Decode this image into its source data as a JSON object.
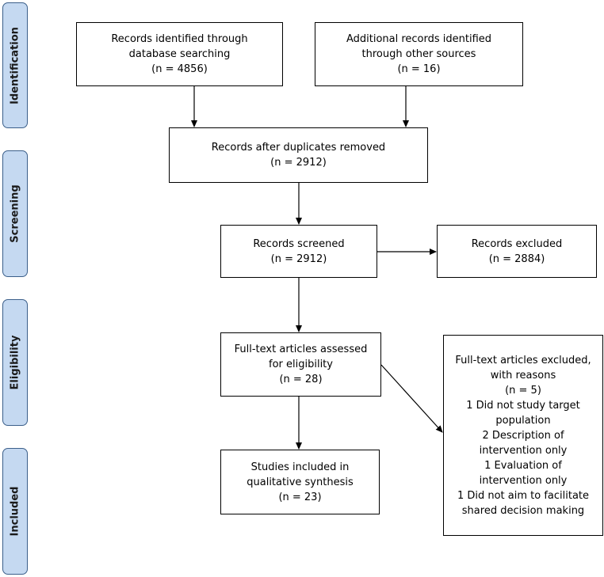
{
  "phases": {
    "identification": "Identification",
    "screening": "Screening",
    "eligibility": "Eligibility",
    "included": "Included"
  },
  "boxes": {
    "database": {
      "lines": [
        "Records identified through",
        "database searching",
        "(n = 4856)"
      ]
    },
    "other_sources": {
      "lines": [
        "Additional records identified",
        "through other sources",
        "(n =  16)"
      ]
    },
    "duplicates_removed": {
      "lines": [
        "Records after duplicates removed",
        "(n = 2912)"
      ]
    },
    "screened": {
      "lines": [
        "Records screened",
        "(n = 2912)"
      ]
    },
    "excluded": {
      "lines": [
        "Records excluded",
        "(n = 2884)"
      ]
    },
    "fulltext_assessed": {
      "lines": [
        "Full-text articles assessed",
        "for eligibility",
        "(n = 28)"
      ]
    },
    "fulltext_excluded": {
      "lines": [
        "Full-text articles excluded,",
        "with reasons",
        "(n = 5)",
        "1 Did not study target",
        "population",
        "2 Description of",
        "intervention only",
        "1 Evaluation of",
        "intervention only",
        "1 Did not aim to facilitate",
        "shared decision making"
      ]
    },
    "included": {
      "lines": [
        "Studies included in",
        "qualitative synthesis",
        "(n = 23)"
      ]
    }
  },
  "colors": {
    "phase_fill": "#c5d9f1",
    "phase_border": "#3b5f8a",
    "box_border": "#000000"
  }
}
